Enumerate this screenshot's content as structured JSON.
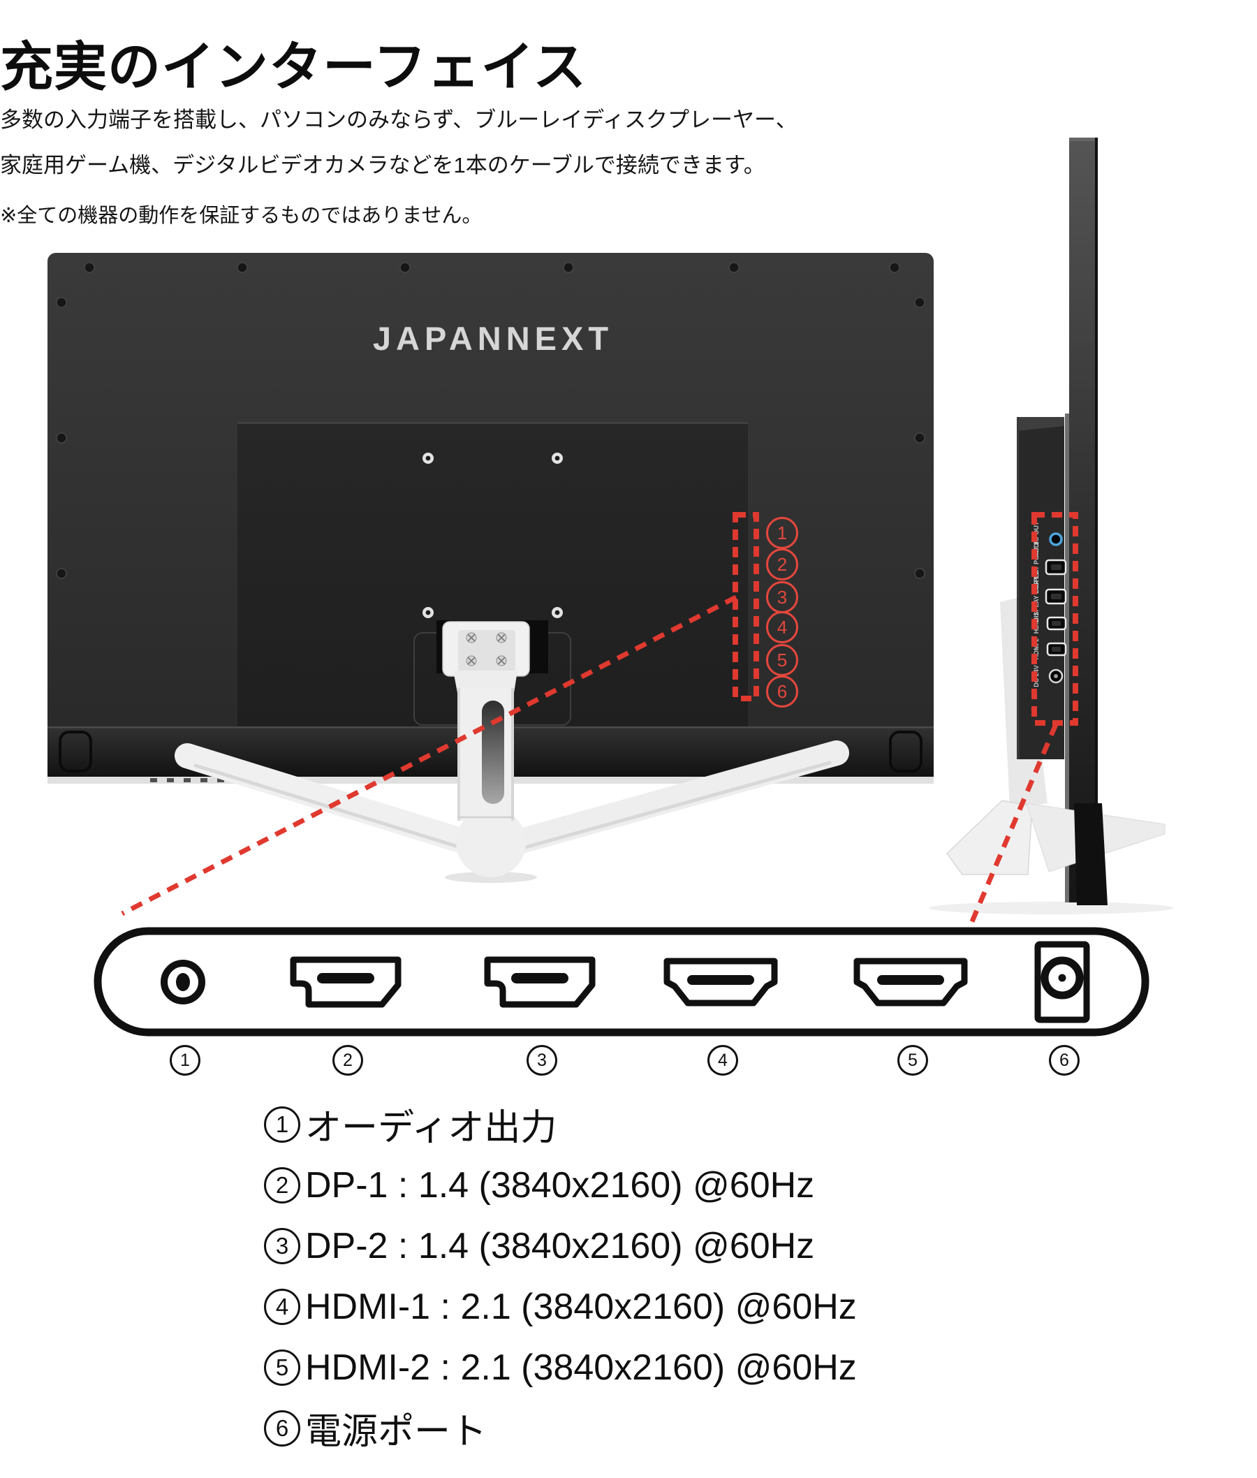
{
  "header": {
    "title": "充実のインターフェイス",
    "line1": "多数の入力端子を搭載し、パソコンのみならず、ブルーレイディスクプレーヤー、",
    "line2": "家庭用ゲーム機、デジタルビデオカメラなどを1本のケーブルで接続できます。",
    "note": "※全ての機器の動作を保証するものではありません。"
  },
  "brand": {
    "logo": "JAPANNEXT"
  },
  "side_view": {
    "port_labels": [
      "AUDIO OUT",
      "DISPLAY PORT 1",
      "DISPLAY PORT 2",
      "HDMI 1",
      "HDMI 2",
      "DC 24V"
    ]
  },
  "callouts": {
    "numbers": [
      "1",
      "2",
      "3",
      "4",
      "5",
      "6"
    ]
  },
  "ports_panel": {
    "numbers": [
      "1",
      "2",
      "3",
      "4",
      "5",
      "6"
    ]
  },
  "legend": {
    "items": [
      {
        "num": "1",
        "label": "オーディオ出力"
      },
      {
        "num": "2",
        "label": "DP-1 : 1.4 (3840x2160) @60Hz"
      },
      {
        "num": "3",
        "label": "DP-2 : 1.4 (3840x2160) @60Hz"
      },
      {
        "num": "4",
        "label": "HDMI-1 : 2.1 (3840x2160) @60Hz"
      },
      {
        "num": "5",
        "label": "HDMI-2 : 2.1 (3840x2160) @60Hz"
      },
      {
        "num": "6",
        "label": "電源ポート"
      }
    ]
  },
  "colors": {
    "accent_red": "#e0392f",
    "monitor_body": "#2d2d2d",
    "logo_gray": "#d6d6d6",
    "audio_jack_blue": "#4da6dd"
  }
}
